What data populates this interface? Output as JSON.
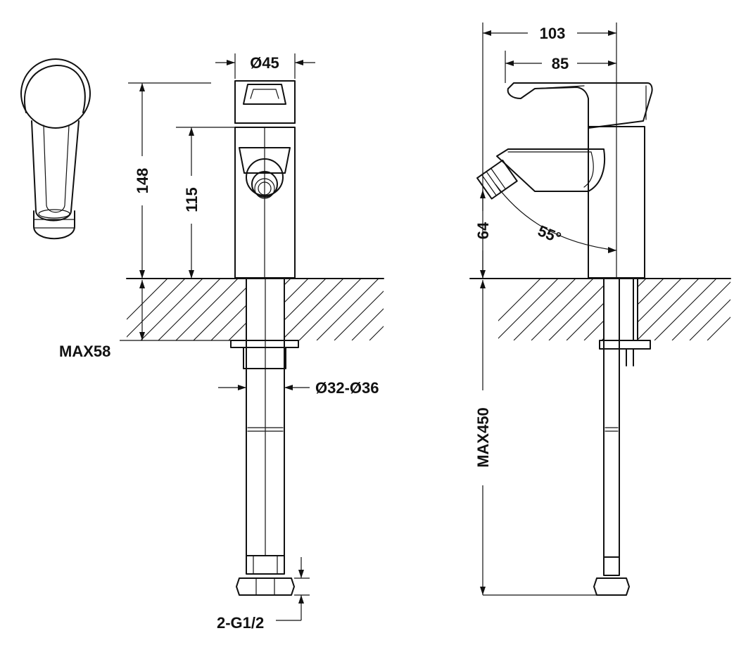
{
  "dimensions": {
    "front_diameter": "Ø45",
    "front_height_total": "148",
    "front_height_spout": "115",
    "max_deck_thickness": "MAX58",
    "mounting_hole": "Ø32-Ø36",
    "connection": "2-G1/2",
    "side_total_depth": "103",
    "side_lever_length": "85",
    "side_spout_height": "64",
    "side_spout_angle": "55°",
    "hose_length": "MAX450"
  }
}
